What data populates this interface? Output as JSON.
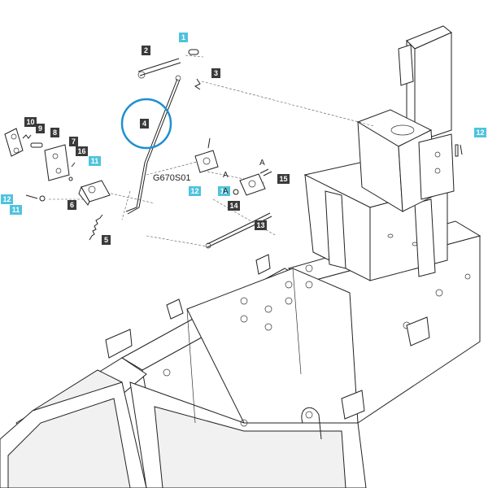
{
  "diagram": {
    "code": "G670S01",
    "highlight_color": "#1f8fd1",
    "callout_dark_color": "#3a3a3a",
    "callout_cyan_color": "#4fc3dc",
    "callouts": [
      {
        "label": "1",
        "style": "cyan"
      },
      {
        "label": "2",
        "style": "dark"
      },
      {
        "label": "3",
        "style": "dark"
      },
      {
        "label": "4",
        "style": "dark"
      },
      {
        "label": "5",
        "style": "dark"
      },
      {
        "label": "6",
        "style": "dark"
      },
      {
        "label": "7",
        "style": "dark"
      },
      {
        "label": "8",
        "style": "dark"
      },
      {
        "label": "9",
        "style": "dark"
      },
      {
        "label": "10",
        "style": "dark"
      },
      {
        "label": "11",
        "style": "cyan"
      },
      {
        "label": "11",
        "style": "cyan"
      },
      {
        "label": "11",
        "style": "cyan"
      },
      {
        "label": "12",
        "style": "cyan"
      },
      {
        "label": "12",
        "style": "cyan"
      },
      {
        "label": "12",
        "style": "cyan"
      },
      {
        "label": "13",
        "style": "dark"
      },
      {
        "label": "14",
        "style": "dark"
      },
      {
        "label": "15",
        "style": "dark"
      },
      {
        "label": "16",
        "style": "dark"
      }
    ],
    "ref_labels": [
      "A",
      "A",
      "A"
    ]
  }
}
